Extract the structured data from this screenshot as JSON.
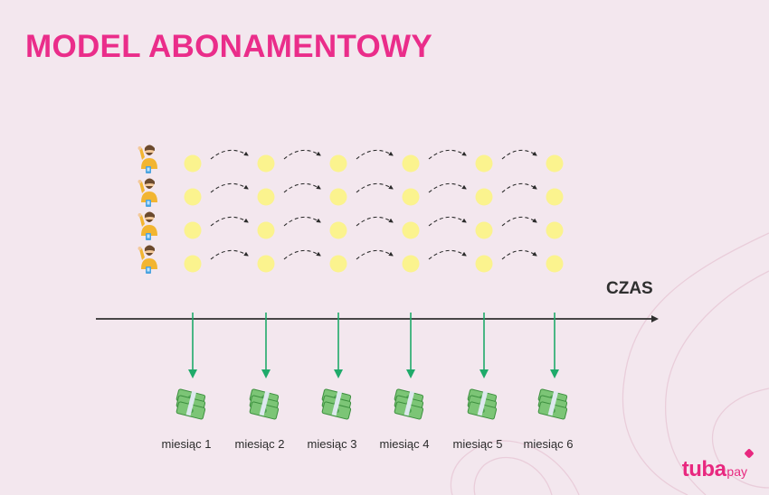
{
  "title": "MODEL ABONAMENTOWY",
  "time_axis_label": "CZAS",
  "months": [
    "miesiąc 1",
    "miesiąc 2",
    "miesiąc 3",
    "miesiąc 4",
    "miesiąc 5",
    "miesiąc 6"
  ],
  "subscriber_count": 4,
  "brand": {
    "name": "tuba",
    "suffix": "pay"
  },
  "icons": {
    "subscriber": "person-with-phone-icon",
    "payment": "dot-icon",
    "money": "cash-stack-icon"
  },
  "colors": {
    "title": "#ea2d8a",
    "dot": "#fbf38e",
    "payment_arrow": "#1faa6a",
    "timeline": "#2f2f2f",
    "brand": "#e8287f",
    "background": "#f3e7ee"
  }
}
